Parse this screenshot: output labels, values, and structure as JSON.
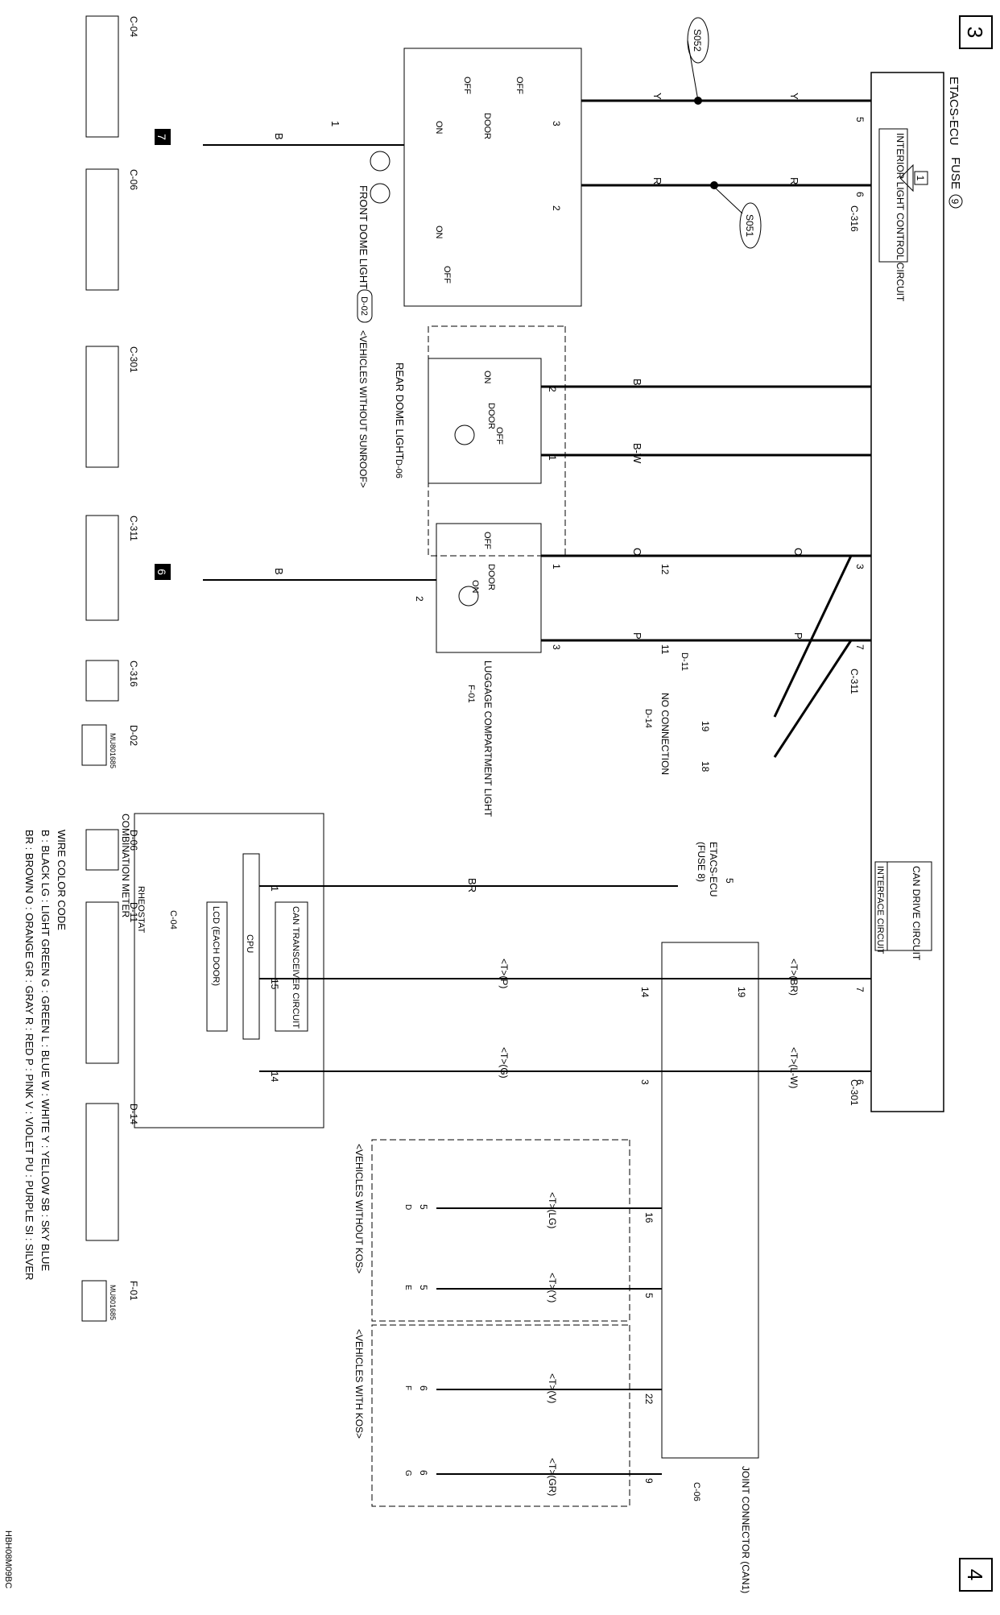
{
  "page": {
    "number_top": "3",
    "number_bottom": "4",
    "figure_code": "HBH08M09BC"
  },
  "etacs": {
    "title": "ETACS-ECU",
    "fuse_label": "FUSE",
    "fuse_number": "9",
    "fuse_tag": "1",
    "interior_light_circuit": "INTERIOR LIGHT CONTROL CIRCUIT",
    "can_drive_circuit": "CAN DRIVE CIRCUIT",
    "interface_circuit": "INTERFACE CIRCUIT",
    "connector_c316": "C-316",
    "connector_c311": "C-311",
    "connector_c301": "C-301"
  },
  "splices": {
    "s052": "S052",
    "s051": "S051"
  },
  "front_dome": {
    "name": "FRONT DOME LIGHT",
    "connector": "D-02",
    "off_a": "OFF",
    "on_a": "ON",
    "door": "DOOR",
    "off_b": "OFF",
    "on_b": "ON",
    "off_c": "OFF"
  },
  "rear_dome": {
    "name": "REAR DOME LIGHT",
    "connector": "D-06",
    "condition": "<VEHICLES WITHOUT SUNROOF>",
    "on": "ON",
    "door": "DOOR",
    "off": "OFF"
  },
  "luggage": {
    "name": "LUGGAGE COMPARTMENT LIGHT",
    "connector": "F-01",
    "off": "OFF",
    "door": "DOOR",
    "on": "ON"
  },
  "no_connection": {
    "label": "NO CONNECTION",
    "connector": "D-14",
    "pin19": "19",
    "pin18": "18"
  },
  "grounds": {
    "g7": "7",
    "g6": "6"
  },
  "wires": {
    "y": "Y",
    "r": "R",
    "b": "B",
    "bw": "B-W",
    "o": "O",
    "p": "P",
    "br": "BR",
    "t_br": "<T>(BR)",
    "t_lw": "<T>(L-W)",
    "t_p": "<T>(P)",
    "t_g": "<T>(G)",
    "t_lg": "<T>(LG)",
    "t_y": "<T>(Y)",
    "t_v": "<T>(V)",
    "t_gr": "<T>(GR)"
  },
  "pins": {
    "p5": "5",
    "p6": "6",
    "p3": "3",
    "p2": "2",
    "p1": "1",
    "p2b": "2",
    "p1b": "1",
    "p3c": "3",
    "p7": "7",
    "p1c": "1",
    "p12": "12",
    "p11": "11",
    "p3d": "3",
    "p2c": "2",
    "p7b": "7",
    "p6b": "6",
    "p19": "19",
    "p14": "14",
    "p3e": "3",
    "p1m": "1",
    "p15": "15",
    "p14m": "14",
    "p16": "16",
    "p5j": "5",
    "p22": "22",
    "p9": "9"
  },
  "d11": "D-11",
  "etacs_fuse8": {
    "name": "ETACS-ECU",
    "fuse": "(FUSE 8)",
    "tag": "5"
  },
  "combination_meter": {
    "title": "COMBINATION METER",
    "connector": "C-04",
    "can_transceiver": "CAN TRANSCEIVER CIRCUIT",
    "cpu": "CPU",
    "lcd": "LCD (EACH DOOR)",
    "rheostat": "RHEOSTAT"
  },
  "joint_connector": {
    "name": "JOINT CONNECTOR (CAN1)",
    "connector": "C-06"
  },
  "kos": {
    "without": "<VEHICLES WITHOUT KOS>",
    "with": "<VEHICLES WITH KOS>",
    "tags": [
      "5",
      "5",
      "6",
      "6"
    ],
    "letters": [
      "D",
      "E",
      "F",
      "G"
    ]
  },
  "wire_color_code": {
    "title": "WIRE COLOR CODE",
    "row1": "B : BLACK   LG : LIGHT GREEN   G : GREEN   L : BLUE   W : WHITE   Y : YELLOW   SB : SKY BLUE",
    "row2": "BR : BROWN   O : ORANGE   GR : GRAY   R : RED   P : PINK   V : VIOLET   PU : PURPLE   SI : SILVER"
  },
  "connector_legend": {
    "c04": "C-04",
    "c06": "C-06",
    "c301": "C-301",
    "c311": "C-311",
    "c316": "C-316",
    "d02": "D-02",
    "d06": "D-06",
    "d11": "D-11",
    "d14": "D-14",
    "f01": "F-01",
    "part_no": "MU801685"
  }
}
